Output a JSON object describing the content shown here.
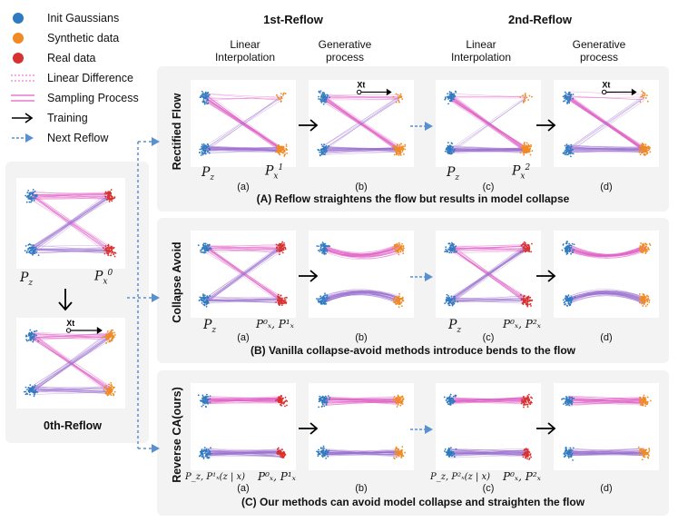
{
  "legend": {
    "init": "Init Gaussians",
    "synthetic": "Synthetic data",
    "real": "Real data",
    "linear": "Linear Difference",
    "sampling": "Sampling Process",
    "training": "Training",
    "next": "Next Reflow"
  },
  "colors": {
    "blue": "#2f7bc0",
    "orange": "#f08a24",
    "red": "#d8322e",
    "pink": "#e062c7",
    "purple": "#9a6fd0",
    "arrow_blue": "#5a8fd0"
  },
  "stages": {
    "first": "1st-Reflow",
    "second": "2nd-Reflow",
    "zeroth": "0th-Reflow"
  },
  "columns": {
    "c1": "Linear\nInterpolation",
    "c2": "Generative\nprocess",
    "c3": "Linear\nInterpolation",
    "c4": "Generative\nprocess"
  },
  "rows": {
    "A": "Rectified Flow",
    "B": "Collapse Avoid",
    "C": "Reverse CA(ours)"
  },
  "captions": {
    "A": "(A) Reflow straightens the flow but results in model collapse",
    "B": "(B) Vanilla collapse-avoid methods introduce bends to the flow",
    "C": "(C) Our methods can avoid model collapse and straighten the flow"
  },
  "sublabels": {
    "a": "(a)",
    "b": "(b)",
    "c": "(c)",
    "d": "(d)"
  },
  "math": {
    "pz": "P",
    "pz_sub": "z",
    "px1": "P",
    "px1_sub": "x",
    "px1_sup": "1",
    "px2_sup": "2",
    "px0_sup": "0",
    "px01": "P⁰ₓ, P¹ₓ",
    "px02": "P⁰ₓ, P²ₓ",
    "c_left1": "P_z, P¹ₓ(z | x)",
    "c_left2": "P_z, P²ₓ(z | x)"
  },
  "xt_label": "Xt"
}
